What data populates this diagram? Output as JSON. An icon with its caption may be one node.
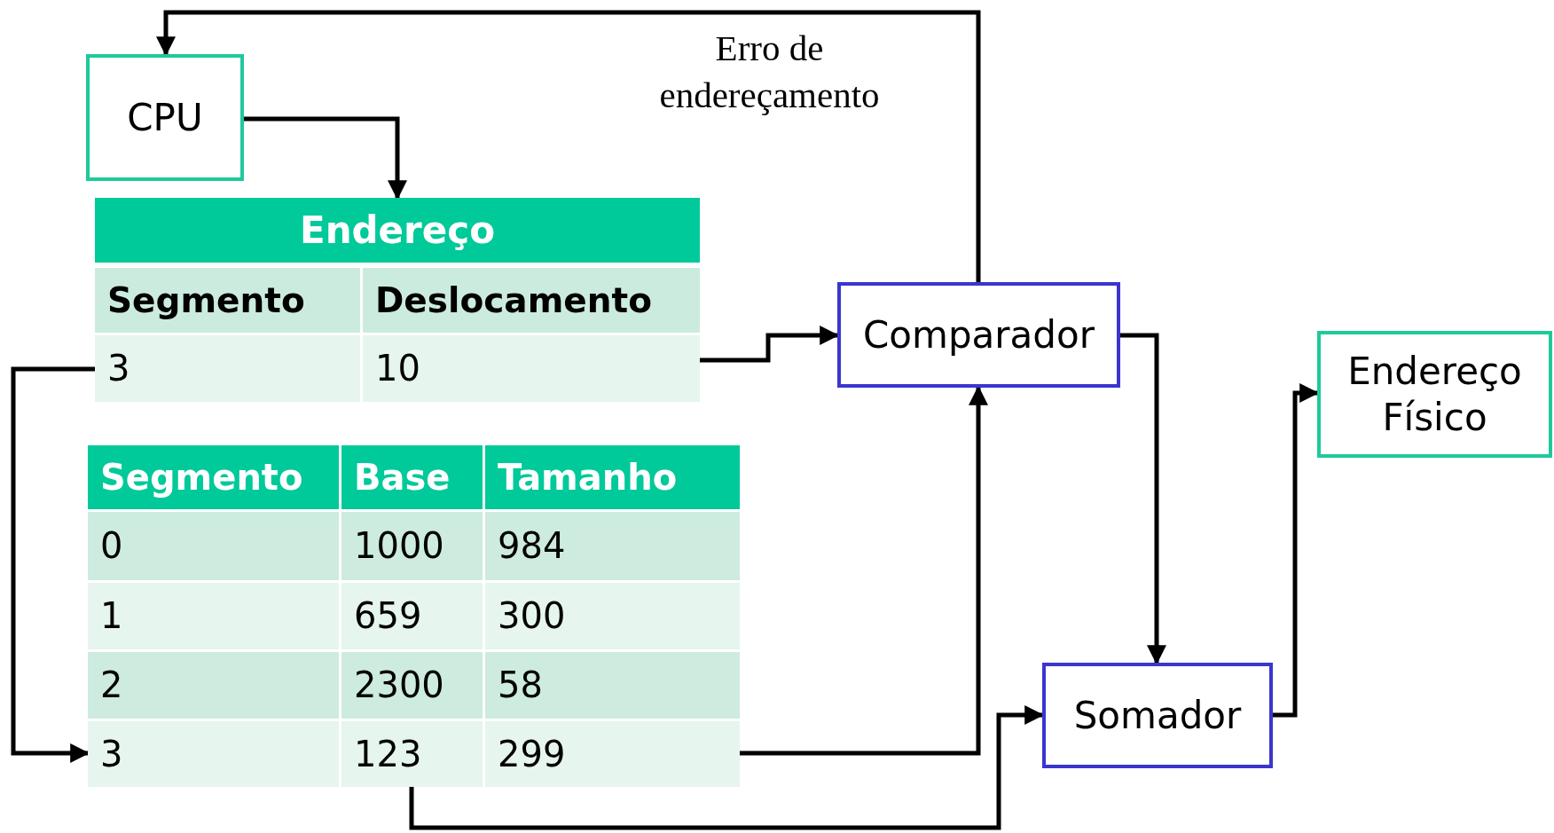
{
  "diagram": {
    "nodes": [
      {
        "text": [
          "CPU"
        ]
      },
      {
        "text": [
          "Endereço"
        ]
      },
      {
        "text": [
          "Segmento"
        ],
        "in": 1
      },
      {
        "text": [
          "Deslocamento"
        ],
        "in": 1
      },
      {
        "text": [
          "3"
        ],
        "in": 1
      },
      {
        "text": [
          "10"
        ],
        "in": 1
      },
      {
        "text": [],
        "shape": "box"
      },
      {
        "text": [
          "Segmento"
        ],
        "in": 6
      },
      {
        "text": [
          "Base"
        ],
        "in": 6
      },
      {
        "text": [
          "Tamanho"
        ],
        "in": 6
      },
      {
        "text": [
          "0"
        ],
        "in": 6
      },
      {
        "text": [
          "1000"
        ],
        "in": 6
      },
      {
        "text": [
          "984"
        ],
        "in": 6
      },
      {
        "text": [
          "1"
        ],
        "in": 6
      },
      {
        "text": [
          "659"
        ],
        "in": 6
      },
      {
        "text": [
          "300"
        ],
        "in": 6
      },
      {
        "text": [
          "2"
        ],
        "in": 6
      },
      {
        "text": [
          "2300"
        ],
        "in": 6
      },
      {
        "text": [
          "58"
        ],
        "in": 6
      },
      {
        "text": [
          "3"
        ],
        "in": 6
      },
      {
        "text": [
          "123"
        ],
        "in": 6
      },
      {
        "text": [
          "299"
        ],
        "in": 6
      },
      {
        "text": [
          "Comparador"
        ]
      },
      {
        "text": [
          "Somador"
        ]
      },
      {
        "text": [
          "Endereço Físico"
        ]
      }
    ],
    "edges": [
      {
        "from": 0,
        "to": 1,
        "arrow": "to"
      },
      {
        "from": 4,
        "to": 19,
        "arrow": "to"
      },
      {
        "from": 5,
        "to": 22,
        "arrow": "to"
      },
      {
        "from": 21,
        "to": 22,
        "arrow": "to"
      },
      {
        "from": 22,
        "to": 23,
        "arrow": "to"
      },
      {
        "from": 20,
        "to": 23,
        "arrow": "to"
      },
      {
        "from": 22,
        "to": 0,
        "arrow": "to"
      },
      {
        "from": 23,
        "to": 24,
        "arrow": "to"
      }
    ],
    "labels": [
      "Erro de endereçamento"
    ]
  }
}
